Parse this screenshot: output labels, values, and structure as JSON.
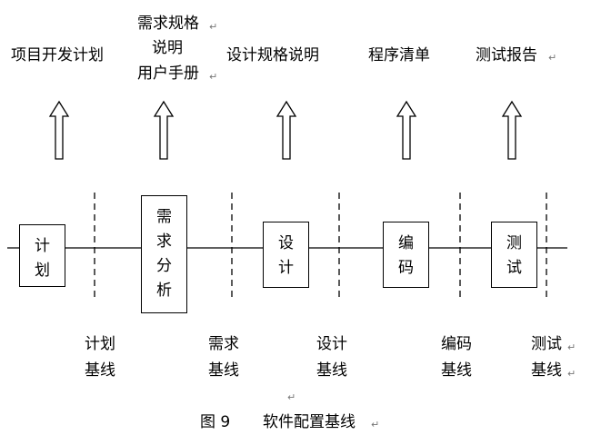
{
  "deliverables": {
    "plan": "项目开发计划",
    "req_line1": "需求规格",
    "req_line2": "说明",
    "req_line3": "用户手册",
    "design": "设计规格说明",
    "code": "程序清单",
    "test": "测试报告"
  },
  "phases": {
    "plan": "计划",
    "requirements": "需求分析",
    "design": "设计",
    "coding": "编码",
    "testing": "测试"
  },
  "baselines": {
    "plan": [
      "计划",
      "基线"
    ],
    "requirements": [
      "需求",
      "基线"
    ],
    "design": [
      "设计",
      "基线"
    ],
    "coding": [
      "编码",
      "基线"
    ],
    "testing": [
      "测试",
      "基线"
    ]
  },
  "caption": {
    "figure": "图 9",
    "title": "软件配置基线"
  },
  "return_mark": "↵"
}
